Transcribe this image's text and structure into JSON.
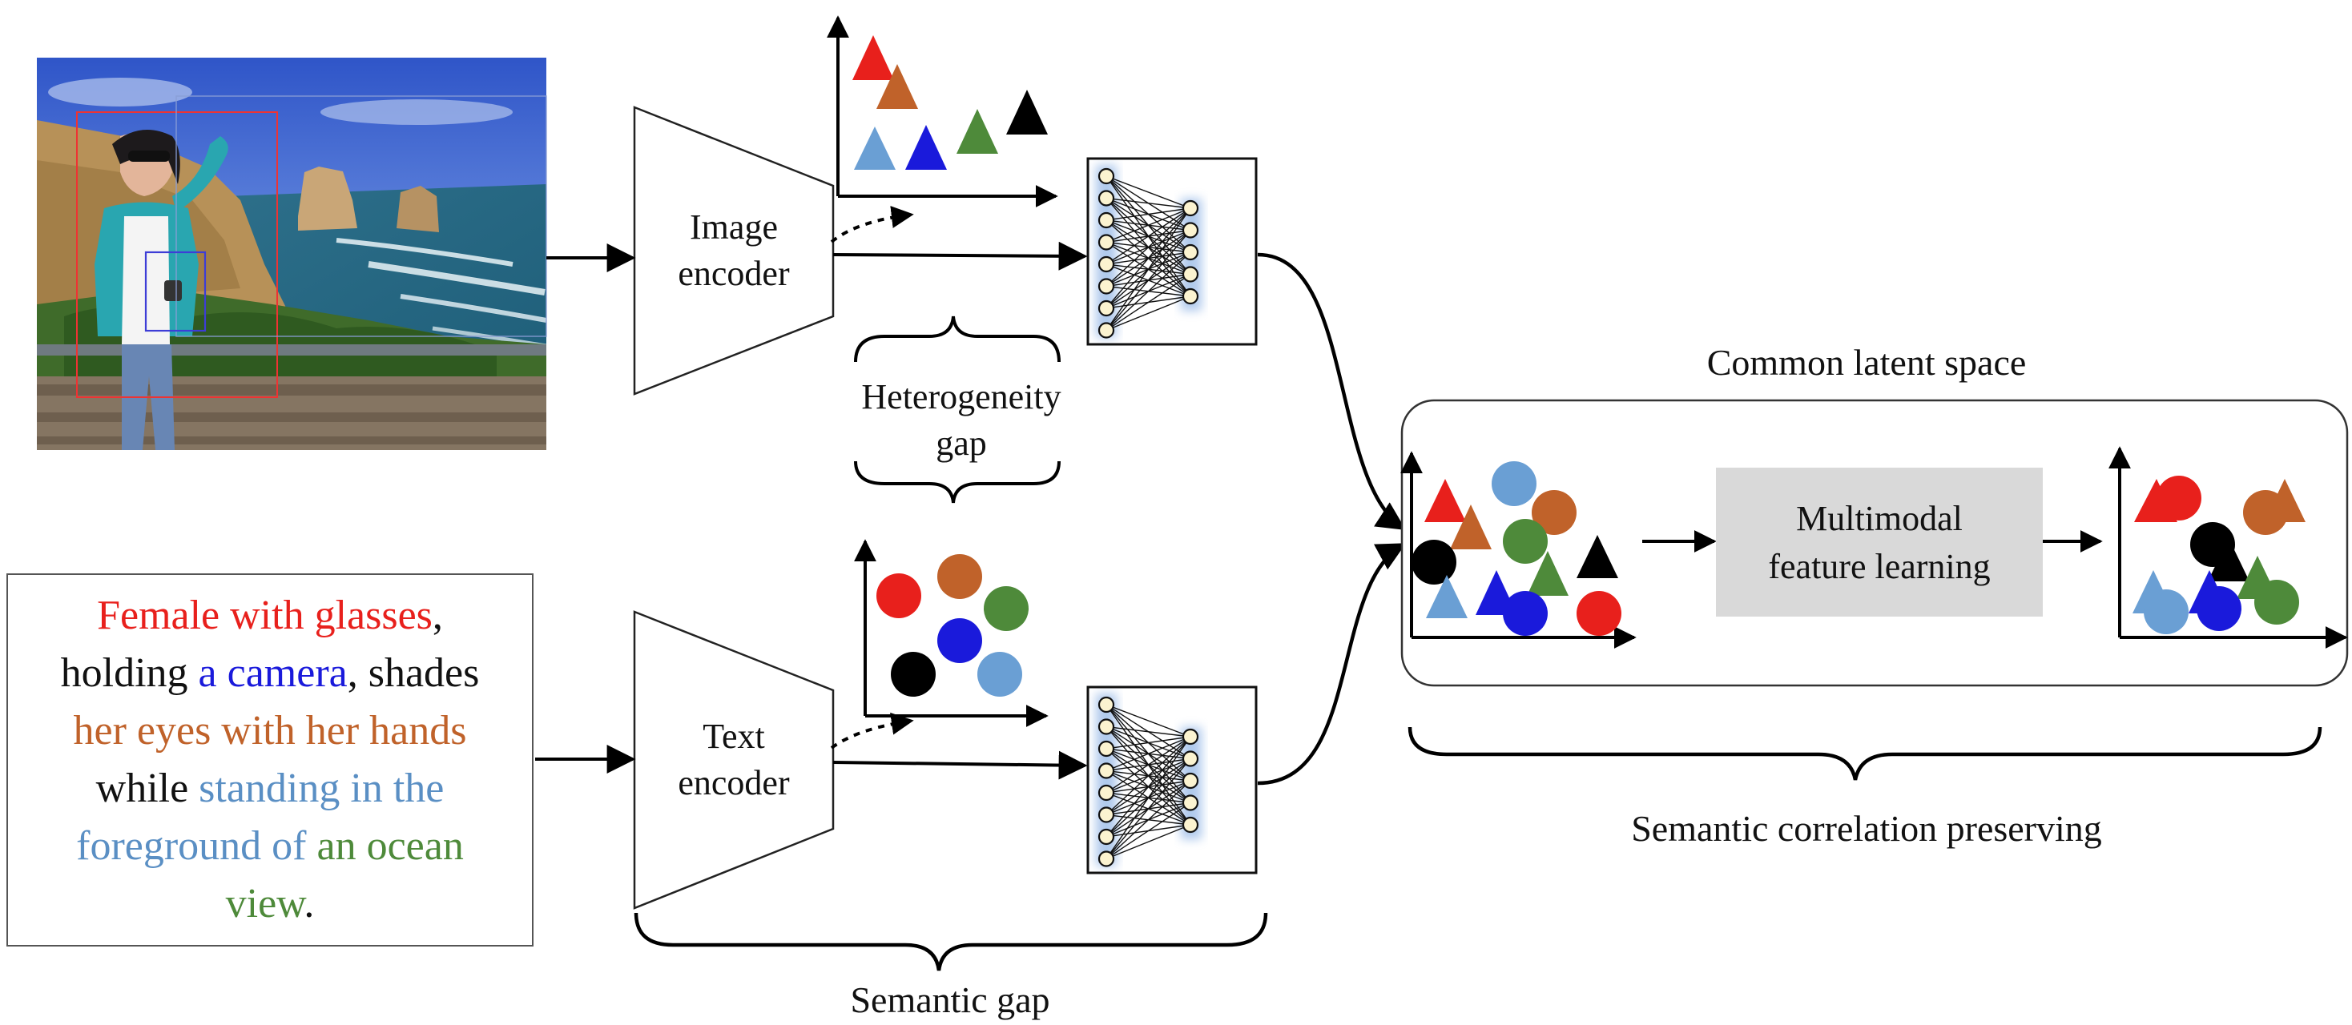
{
  "labels": {
    "image_encoder": [
      "Image",
      "encoder"
    ],
    "text_encoder": [
      "Text",
      "encoder"
    ],
    "heterogeneity_gap": [
      "Heterogeneity",
      "gap"
    ],
    "semantic_gap": "Semantic gap",
    "common_latent_space": "Common latent space",
    "multimodal_feature_learning": [
      "Multimodal",
      "feature learning"
    ],
    "semantic_correlation_preserving": "Semantic correlation preserving"
  },
  "caption": [
    {
      "text": "Female with glasses",
      "color": "#e8201c"
    },
    {
      "text": ",",
      "color": "#111111",
      "break_after": true
    },
    {
      "text": "holding ",
      "color": "#111111"
    },
    {
      "text": "a camera",
      "color": "#1a1adb"
    },
    {
      "text": ", shades",
      "color": "#111111",
      "break_after": true
    },
    {
      "text": "her eyes with her hands",
      "color": "#c0622a",
      "break_after": true
    },
    {
      "text": "while ",
      "color": "#111111"
    },
    {
      "text": "standing in the",
      "color": "#5a8fc4",
      "break_after": true
    },
    {
      "text": "foreground of ",
      "color": "#5a8fc4"
    },
    {
      "text": "an ocean",
      "color": "#4e8a3a",
      "break_after": true
    },
    {
      "text": "view",
      "color": "#4e8a3a"
    },
    {
      "text": ".",
      "color": "#111111"
    }
  ],
  "colors": {
    "red": "#e8201c",
    "brown": "#c0622a",
    "light_blue": "#6a9fd4",
    "blue": "#1a1adb",
    "green": "#4e8a3a",
    "black": "#000000",
    "module_fill": "#d9d9d9"
  },
  "icons": [
    "photo",
    "neural-network-icon",
    "triangle-marker",
    "circle-marker"
  ]
}
